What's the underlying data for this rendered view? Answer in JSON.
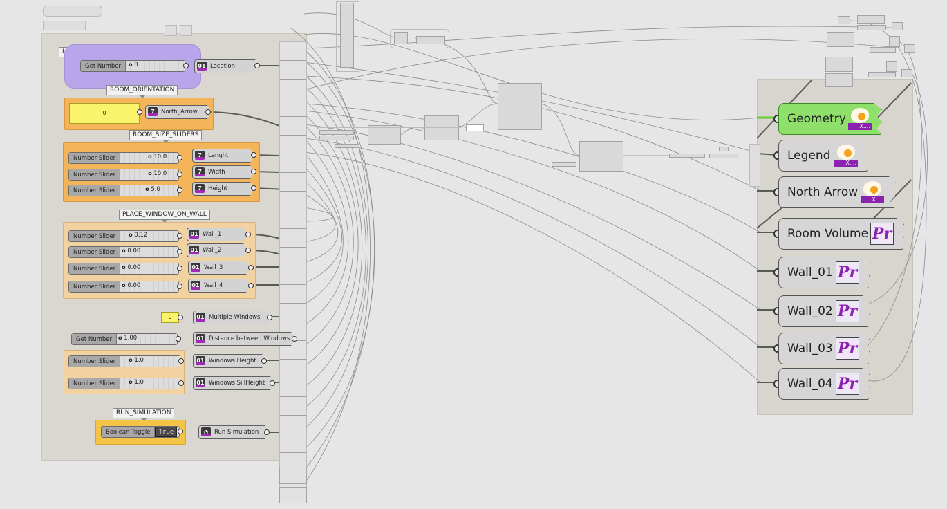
{
  "groups": {
    "location": "LOCATION",
    "room_orientation": "ROOM_ORIENTATION",
    "room_size_sliders": "ROOM_SIZE_SLIDERS",
    "place_window_on_wall": "PLACE_WINDOW_ON_WALL",
    "run_simulation": "RUN_SIMULATION"
  },
  "location": {
    "input_name": "Get Number",
    "input_value": "0",
    "param": "Location"
  },
  "orientation": {
    "panel_value": "0",
    "param": "North_Arrow"
  },
  "room_size": [
    {
      "slider": "Number Slider",
      "value": "10.0",
      "param": "Lenght"
    },
    {
      "slider": "Number Slider",
      "value": "10.0",
      "param": "Width"
    },
    {
      "slider": "Number Slider",
      "value": "5.0",
      "param": "Height"
    }
  ],
  "walls": [
    {
      "slider": "Number Slider",
      "value": "0.12",
      "param": "Wall_1"
    },
    {
      "slider": "Number Slider",
      "value": "0.00",
      "param": "Wall_2"
    },
    {
      "slider": "Number Slider",
      "value": "0.00",
      "param": "Wall_3"
    },
    {
      "slider": "Number Slider",
      "value": "0.00",
      "param": "Wall_4"
    }
  ],
  "multiple_windows": {
    "panel_value": "0",
    "param": "Multiple Windows"
  },
  "distance": {
    "input_name": "Get Number",
    "value": "1.00",
    "param": "Distance between Windows"
  },
  "window_height": {
    "slider": "Number Slider",
    "value": "1.0",
    "param": "Windows Height"
  },
  "sill_height": {
    "slider": "Number Slider",
    "value": "1.0",
    "param": "Windows SillHeight"
  },
  "run": {
    "toggle_name": "Boolean Toggle",
    "toggle_value": "True",
    "param": "Run Simulation"
  },
  "outputs": {
    "geometry": "Geometry",
    "legend": "Legend",
    "north_arrow": "North Arrow",
    "room_volume": "Room Volume",
    "wall_01": "Wall_01",
    "wall_02": "Wall_02",
    "wall_03": "Wall_03",
    "wall_04": "Wall_04"
  },
  "icons": {
    "number_param": "01",
    "integer_param": "7",
    "toggle_param": "toggle-icon",
    "egg": "egg-icon",
    "pr_badge": "Pr",
    "egg_bar": "X...."
  },
  "colors": {
    "canvas": "#e6e6e6",
    "purple_group": "#b9a6ea",
    "orange_group": "#f4b45a",
    "yellow_group": "#f3c445",
    "green_node": "#8fe06a",
    "panel_yellow": "#f9f46b"
  }
}
